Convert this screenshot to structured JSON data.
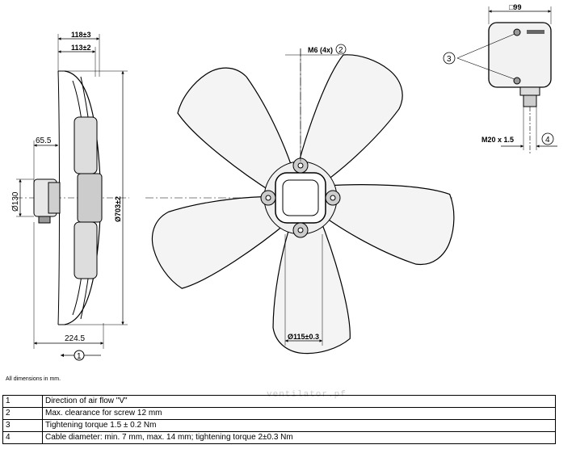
{
  "dimensions": {
    "w118": "118±3",
    "w113": "113±2",
    "w65": "65.5",
    "d130": "Ø130",
    "d703": "Ø703±2",
    "w224": "224.5",
    "m6": "M6 (4x)",
    "d115": "Ø115±0.3",
    "box99": "□99",
    "m20": "M20 x 1.5"
  },
  "callouts": {
    "c1": "1",
    "c2": "2",
    "c3": "3",
    "c4": "4"
  },
  "note": "All dimensions in mm.",
  "watermark": "ventilator.pf",
  "legend": [
    {
      "num": "1",
      "text": "Direction of air flow \"V\""
    },
    {
      "num": "2",
      "text": "Max. clearance for screw 12 mm"
    },
    {
      "num": "3",
      "text": "Tightening torque 1.5 ± 0.2 Nm"
    },
    {
      "num": "4",
      "text": "Cable diameter: min. 7 mm, max. 14 mm; tightening torque 2±0.3 Nm"
    }
  ]
}
